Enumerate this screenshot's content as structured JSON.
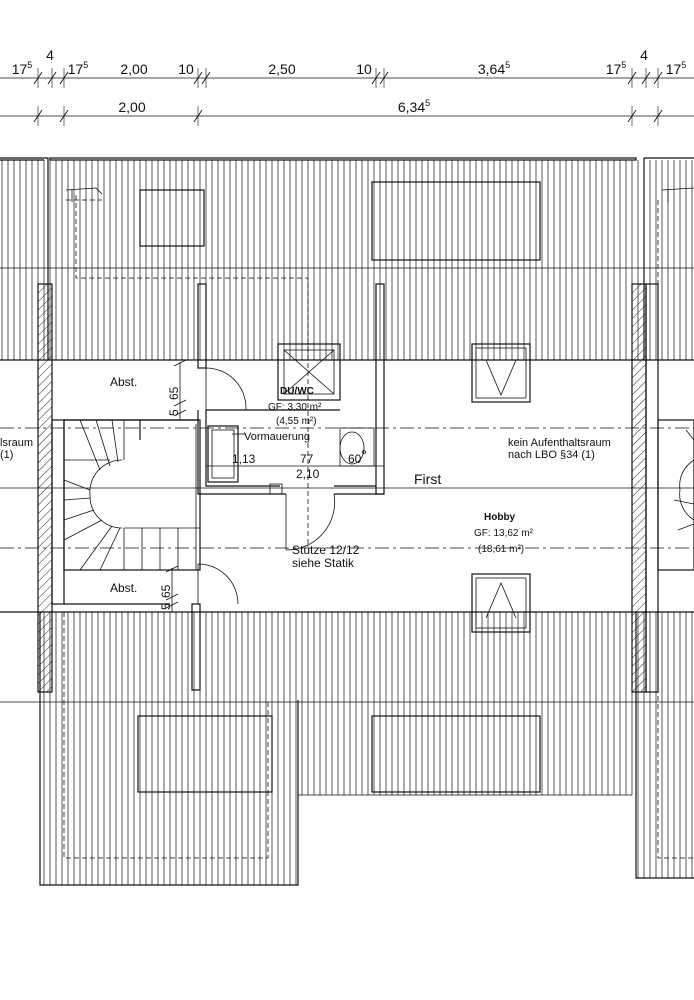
{
  "dims_top_row": [
    {
      "base": "17",
      "sup": "5"
    },
    {
      "base": "4",
      "sup": ""
    },
    {
      "base": "17",
      "sup": "5"
    },
    {
      "base": "2,00",
      "sup": ""
    },
    {
      "base": "10",
      "sup": ""
    },
    {
      "base": "2,50",
      "sup": ""
    },
    {
      "base": "10",
      "sup": ""
    },
    {
      "base": "3,64",
      "sup": "5"
    },
    {
      "base": "17",
      "sup": "5"
    },
    {
      "base": "4",
      "sup": ""
    },
    {
      "base": "17",
      "sup": "5"
    }
  ],
  "dims_second_row": [
    {
      "base": "2,00",
      "sup": ""
    },
    {
      "base": "6,34",
      "sup": "5"
    }
  ],
  "labels": {
    "abst_top": "Abst.",
    "abst_bottom": "Abst.",
    "dim_65_top": "65",
    "dim_5_top": "5",
    "dim_65_bottom": "65",
    "dim_5_bottom": "5",
    "duwc_name": "DU/WC",
    "duwc_gf": "GF: 3,30 m²",
    "duwc_total": "(4,55 m²)",
    "vormauerung": "Vormauerung",
    "dim_113": "1,13",
    "dim_77": "77",
    "dim_60": "60",
    "dim_210": "2,10",
    "first": "First",
    "kein_line1": "kein Aufenthaltsraum",
    "kein_line2": "nach LBO §34 (1)",
    "left_line1": "lsraum",
    "left_line2": "(1)",
    "hobby_name": "Hobby",
    "hobby_gf": "GF: 13,62 m²",
    "hobby_total": "(18,61 m²)",
    "stuetze_line1": "Stütze 12/12",
    "stuetze_line2": "siehe Statik"
  }
}
